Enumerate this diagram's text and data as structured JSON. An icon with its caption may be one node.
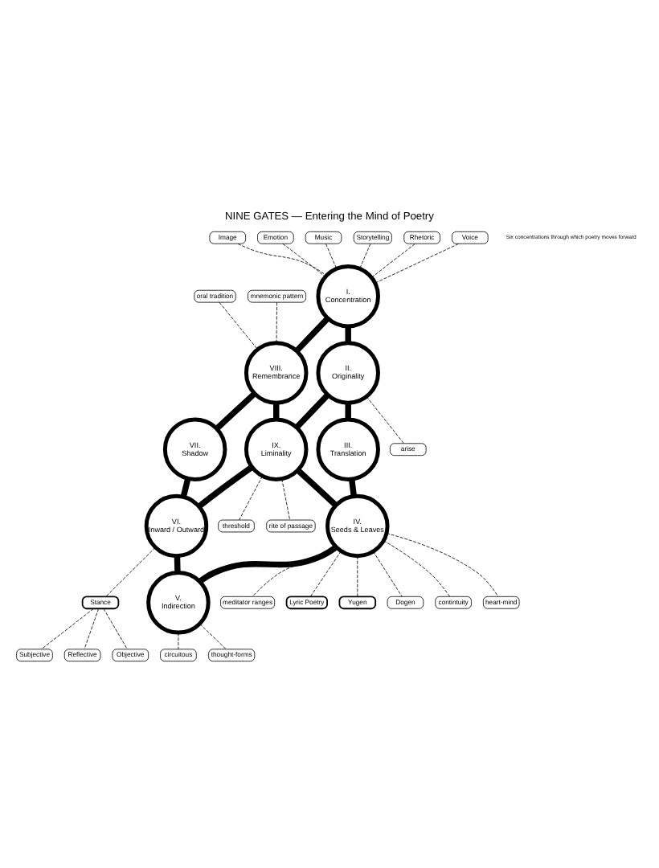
{
  "diagram": {
    "title": "NINE GATES — Entering the Mind of Poetry",
    "nodes": [
      {
        "text": [
          "I. Concentration"
        ]
      },
      {
        "text": [
          "VIII. Remembrance"
        ]
      },
      {
        "text": [
          "II. Originality"
        ]
      },
      {
        "text": [
          "VII. Shadow"
        ]
      },
      {
        "text": [
          "IX. Liminality"
        ]
      },
      {
        "text": [
          "III. Translation"
        ]
      },
      {
        "text": [
          "VI. Inward / Outward"
        ]
      },
      {
        "text": [
          "IV. Seeds & Leaves"
        ]
      },
      {
        "text": [
          "V. Indirection"
        ]
      },
      {
        "text": [
          "Image"
        ]
      },
      {
        "text": [
          "Emotion"
        ]
      },
      {
        "text": [
          "Music"
        ]
      },
      {
        "text": [
          "Storytelling"
        ]
      },
      {
        "text": [
          "Rhetoric"
        ]
      },
      {
        "text": [
          "Voice"
        ]
      },
      {
        "text": [
          "oral tradition"
        ]
      },
      {
        "text": [
          "mnemonic pattern"
        ]
      },
      {
        "text": [
          "arise"
        ]
      },
      {
        "text": [
          "threshold"
        ]
      },
      {
        "text": [
          "rite of passage"
        ]
      },
      {
        "text": [
          "contintuity"
        ]
      },
      {
        "text": [
          "heart-mind"
        ]
      },
      {
        "text": [
          "meditator ranges"
        ]
      },
      {
        "text": [
          "Lyric Poetry"
        ]
      },
      {
        "text": [
          "Yugen"
        ]
      },
      {
        "text": [
          "Dogen"
        ]
      },
      {
        "text": [
          "Stance"
        ]
      },
      {
        "text": [
          "Subjective"
        ]
      },
      {
        "text": [
          "Reflective"
        ]
      },
      {
        "text": [
          "Objective"
        ]
      },
      {
        "text": [
          "thought-forms"
        ]
      },
      {
        "text": [
          "circuitous"
        ]
      }
    ],
    "edges": [
      {
        "from": 0,
        "to": 1,
        "arrow": "none",
        "style": "thick"
      },
      {
        "from": 0,
        "to": 2,
        "arrow": "none",
        "style": "thick"
      },
      {
        "from": 1,
        "to": 3,
        "arrow": "none",
        "style": "thick"
      },
      {
        "from": 1,
        "to": 4,
        "arrow": "none",
        "style": "thick"
      },
      {
        "from": 2,
        "to": 4,
        "arrow": "none",
        "style": "thick"
      },
      {
        "from": 2,
        "to": 5,
        "arrow": "none",
        "style": "thick"
      },
      {
        "from": 3,
        "to": 6,
        "arrow": "none",
        "style": "thick"
      },
      {
        "from": 4,
        "to": 6,
        "arrow": "none",
        "style": "thick"
      },
      {
        "from": 4,
        "to": 7,
        "arrow": "none",
        "style": "thick"
      },
      {
        "from": 5,
        "to": 7,
        "arrow": "none",
        "style": "thick"
      },
      {
        "from": 6,
        "to": 8,
        "arrow": "none",
        "style": "thick"
      },
      {
        "from": 7,
        "to": 8,
        "arrow": "none",
        "style": "thick"
      },
      {
        "from": 9,
        "to": 0,
        "arrow": "none",
        "style": "dashed"
      },
      {
        "from": 10,
        "to": 0,
        "arrow": "none",
        "style": "dashed"
      },
      {
        "from": 11,
        "to": 0,
        "arrow": "none",
        "style": "dashed"
      },
      {
        "from": 12,
        "to": 0,
        "arrow": "none",
        "style": "dashed"
      },
      {
        "from": 13,
        "to": 0,
        "arrow": "none",
        "style": "dashed"
      },
      {
        "from": 14,
        "to": 0,
        "arrow": "none",
        "style": "dashed"
      },
      {
        "from": 15,
        "to": 1,
        "arrow": "none",
        "style": "dashed"
      },
      {
        "from": 16,
        "to": 1,
        "arrow": "none",
        "style": "dashed"
      },
      {
        "from": 2,
        "to": 17,
        "arrow": "none",
        "style": "dashed"
      },
      {
        "from": 4,
        "to": 18,
        "arrow": "none",
        "style": "dashed"
      },
      {
        "from": 4,
        "to": 19,
        "arrow": "none",
        "style": "dashed"
      },
      {
        "from": 7,
        "to": 20,
        "arrow": "none",
        "style": "dashed"
      },
      {
        "from": 7,
        "to": 21,
        "arrow": "none",
        "style": "dashed"
      },
      {
        "from": 7,
        "to": 22,
        "arrow": "none",
        "style": "dashed"
      },
      {
        "from": 7,
        "to": 23,
        "arrow": "none",
        "style": "dashed"
      },
      {
        "from": 7,
        "to": 24,
        "arrow": "none",
        "style": "dashed"
      },
      {
        "from": 7,
        "to": 25,
        "arrow": "none",
        "style": "dashed"
      },
      {
        "from": 6,
        "to": 26,
        "arrow": "none",
        "style": "dashed"
      },
      {
        "from": 26,
        "to": 27,
        "arrow": "none",
        "style": "dashed"
      },
      {
        "from": 26,
        "to": 28,
        "arrow": "none",
        "style": "dashed"
      },
      {
        "from": 26,
        "to": 29,
        "arrow": "none",
        "style": "dashed"
      },
      {
        "from": 8,
        "to": 30,
        "arrow": "none",
        "style": "dashed"
      },
      {
        "from": 8,
        "to": 31,
        "arrow": "none",
        "style": "dashed"
      }
    ],
    "labels": [
      "Six concentrations through which poetry moves forward"
    ]
  }
}
